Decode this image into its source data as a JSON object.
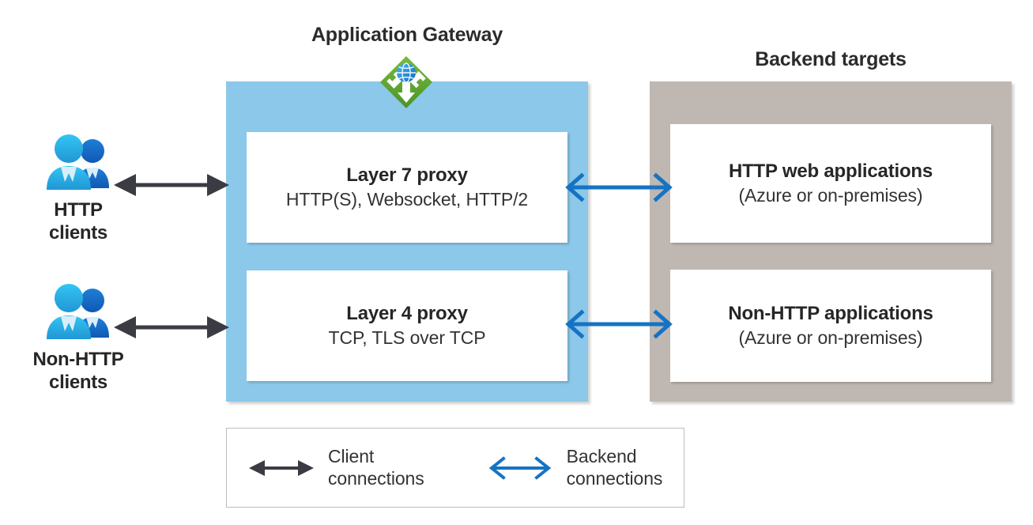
{
  "diagram": {
    "gateway": {
      "title": "Application Gateway",
      "icon": "azure-application-gateway-icon",
      "panel_color": "#8cc8e9",
      "cards": [
        {
          "name": "layer7",
          "title": "Layer 7 proxy",
          "subtitle": "HTTP(S), Websocket, HTTP/2"
        },
        {
          "name": "layer4",
          "title": "Layer 4 proxy",
          "subtitle": "TCP, TLS over TCP"
        }
      ]
    },
    "backend": {
      "title": "Backend targets",
      "panel_color": "#bfb8b2",
      "cards": [
        {
          "name": "http-web-applications",
          "title": "HTTP web applications",
          "subtitle": "(Azure or on-premises)"
        },
        {
          "name": "non-http-applications",
          "title": "Non-HTTP applications",
          "subtitle": "(Azure or on-premises)"
        }
      ]
    },
    "clients": [
      {
        "name": "http-clients",
        "icon": "users-icon",
        "label_line1": "HTTP",
        "label_line2": "clients"
      },
      {
        "name": "non-http-clients",
        "icon": "users-icon",
        "label_line1": "Non-HTTP",
        "label_line2": "clients"
      }
    ],
    "legend": {
      "items": [
        {
          "name": "client-connections",
          "line1": "Client",
          "line2": "connections",
          "arrow": "double-arrow-solid-head",
          "color": "#3b3b43"
        },
        {
          "name": "backend-connections",
          "line1": "Backend",
          "line2": "connections",
          "arrow": "double-arrow-open-head",
          "color": "#1573c4"
        }
      ]
    },
    "colors": {
      "client_arrow": "#3b3b43",
      "backend_arrow": "#1573c4",
      "gateway_panel": "#8cc8e9",
      "backend_panel": "#bfb8b2",
      "icon_green": "#5aa32f",
      "icon_globe_blue": "#1e8bd1",
      "client_icon_front": "#2bb9e8",
      "client_icon_back": "#1464c0"
    }
  }
}
